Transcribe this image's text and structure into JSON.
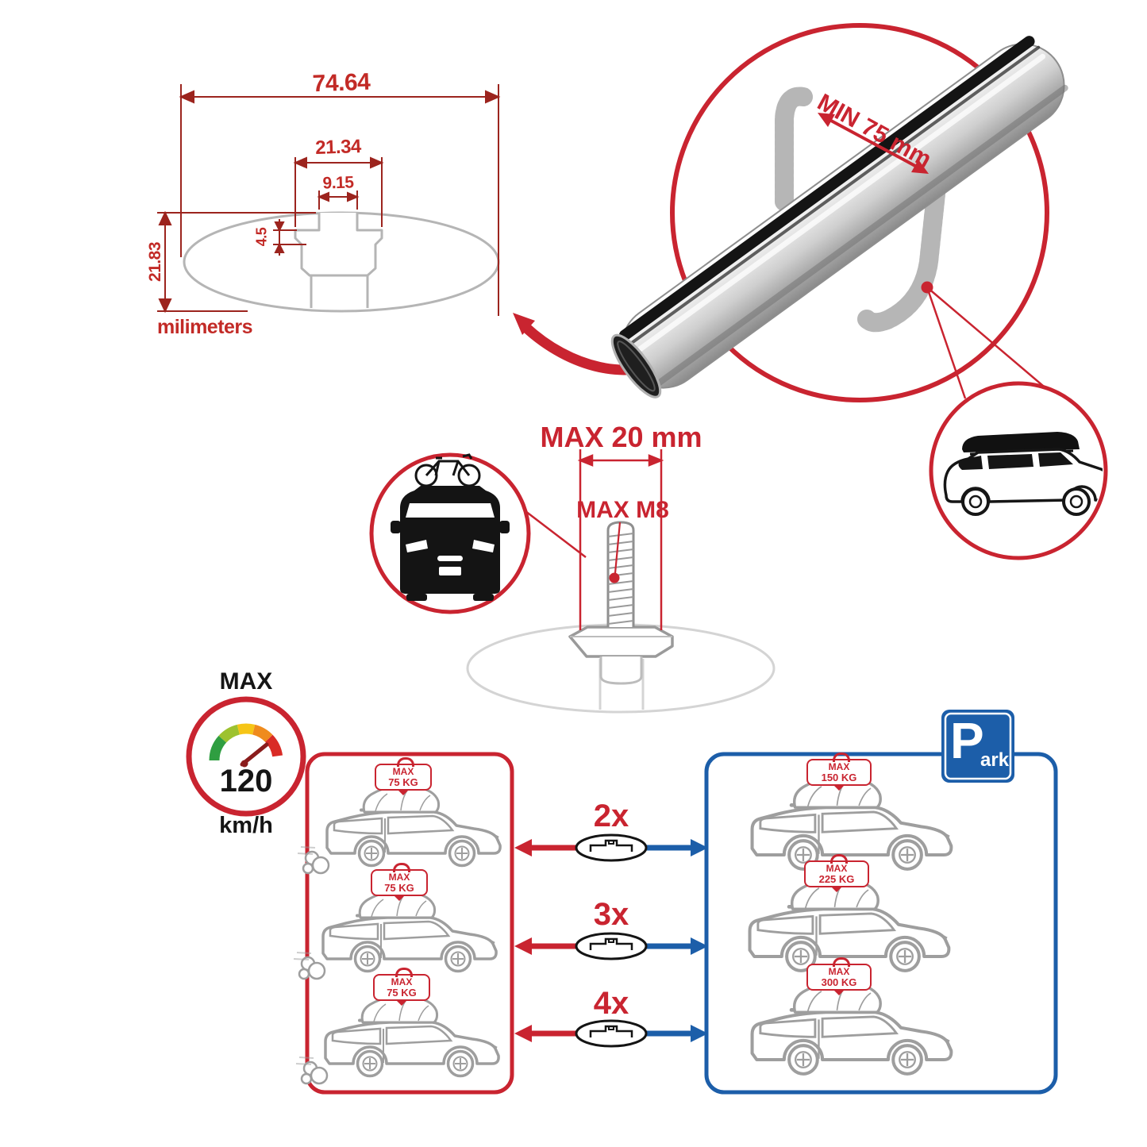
{
  "colors": {
    "red": "#c92430",
    "blue": "#1c5ea9",
    "gray": "#b5b5b5",
    "black": "#151515"
  },
  "cross_section": {
    "dim_total_width": "74.64",
    "dim_channel_outer": "21.34",
    "dim_slot_width": "9.15",
    "dim_lip_depth": "4.5",
    "dim_total_height": "21.83",
    "units_label": "milimeters"
  },
  "clamp": {
    "min_gap_label": "MIN 75 mm"
  },
  "bolt": {
    "max_length_label": "MAX 20 mm",
    "max_thread_label": "MAX M8"
  },
  "speed_limit": {
    "label": "MAX",
    "value": "120",
    "unit": "km/h"
  },
  "park_sign": {
    "letter": "P",
    "suffix": "ark"
  },
  "load_rows": [
    {
      "multiplier": "2x",
      "left": {
        "max": "MAX",
        "weight": "75 KG"
      },
      "right": {
        "max": "MAX",
        "weight": "150 KG"
      }
    },
    {
      "multiplier": "3x",
      "left": {
        "max": "MAX",
        "weight": "75 KG"
      },
      "right": {
        "max": "MAX",
        "weight": "225 KG"
      }
    },
    {
      "multiplier": "4x",
      "left": {
        "max": "MAX",
        "weight": "75 KG"
      },
      "right": {
        "max": "MAX",
        "weight": "300 KG"
      }
    }
  ]
}
